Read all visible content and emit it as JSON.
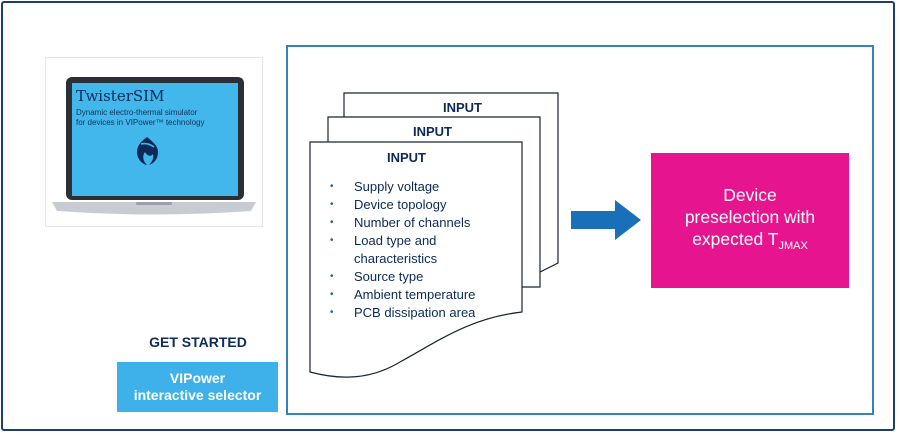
{
  "laptop": {
    "title": "TwisterSIM",
    "subtitle_line1": "Dynamic electro-thermal simulator",
    "subtitle_line2": "for devices in VIPower™ technology",
    "logo_icon": "flame-logo-icon"
  },
  "get_started": {
    "heading": "GET STARTED",
    "button_line1": "VIPower",
    "button_line2": "interactive selector"
  },
  "inputs": {
    "doc_labels": [
      "INPUT",
      "INPUT",
      "INPUT"
    ],
    "items": [
      "Supply voltage",
      "Device topology",
      "Number of channels",
      "Load type and",
      "characteristics",
      "Source type",
      "Ambient temperature",
      "PCB dissipation area"
    ]
  },
  "result": {
    "line1": "Device",
    "line2": "preselection with",
    "line3_prefix": "expected T",
    "line3_sub": "JMAX"
  },
  "colors": {
    "navy": "#0c2a55",
    "frame_blue": "#3584b5",
    "button_blue": "#3fb1ea",
    "arrow_blue": "#1a6fb9",
    "result_magenta": "#e6148f"
  }
}
